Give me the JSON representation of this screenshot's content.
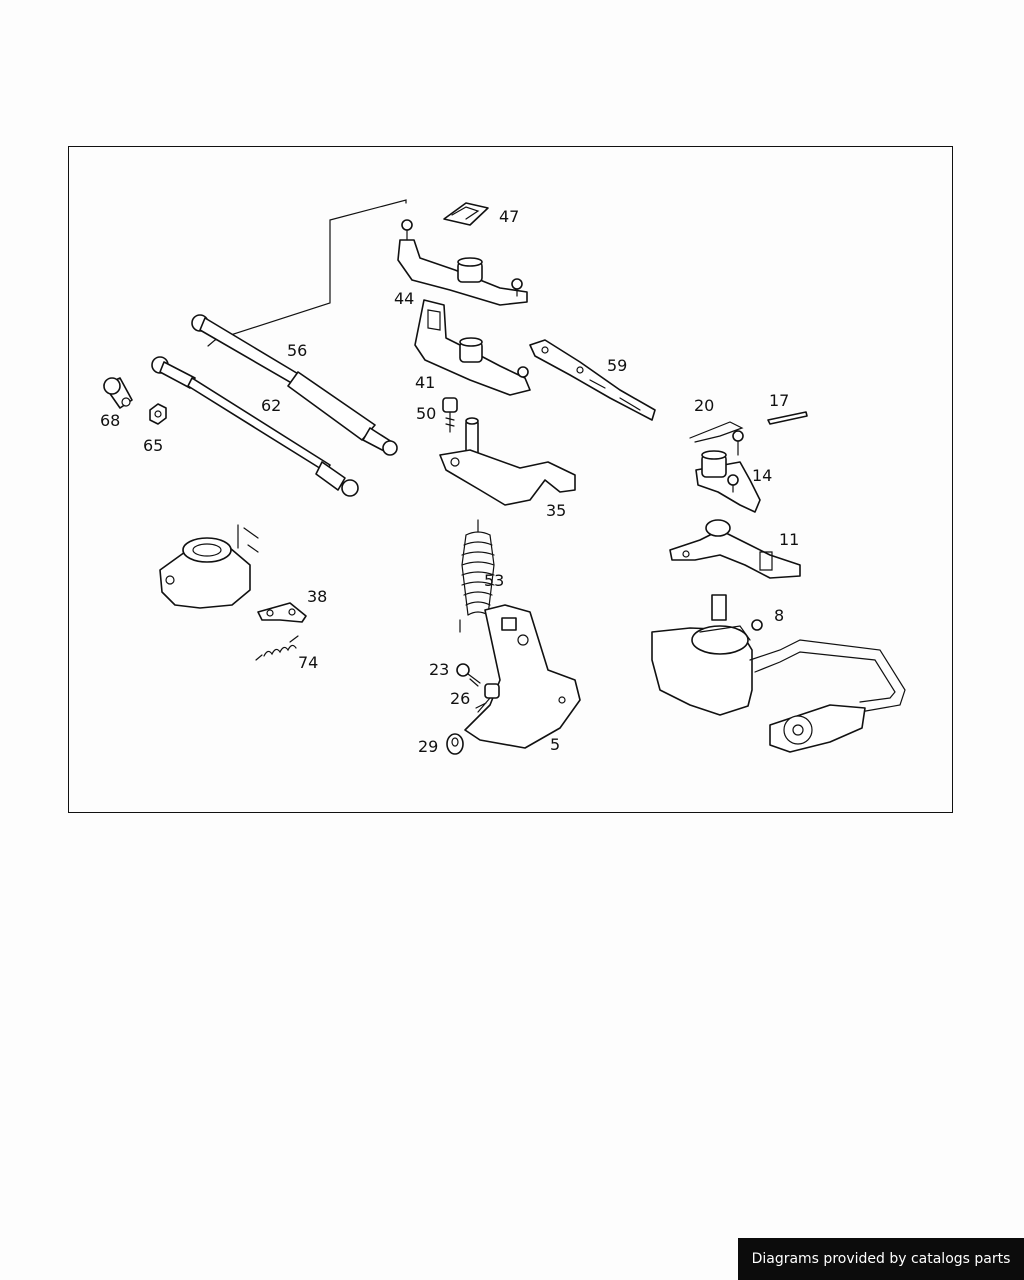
{
  "diagram": {
    "callouts": [
      "47",
      "44",
      "41",
      "56",
      "59",
      "68",
      "62",
      "65",
      "50",
      "20",
      "17",
      "14",
      "35",
      "11",
      "53",
      "38",
      "8",
      "74",
      "23",
      "26",
      "29",
      "5"
    ]
  },
  "footer": {
    "credit": "Diagrams provided by catalogs parts"
  }
}
